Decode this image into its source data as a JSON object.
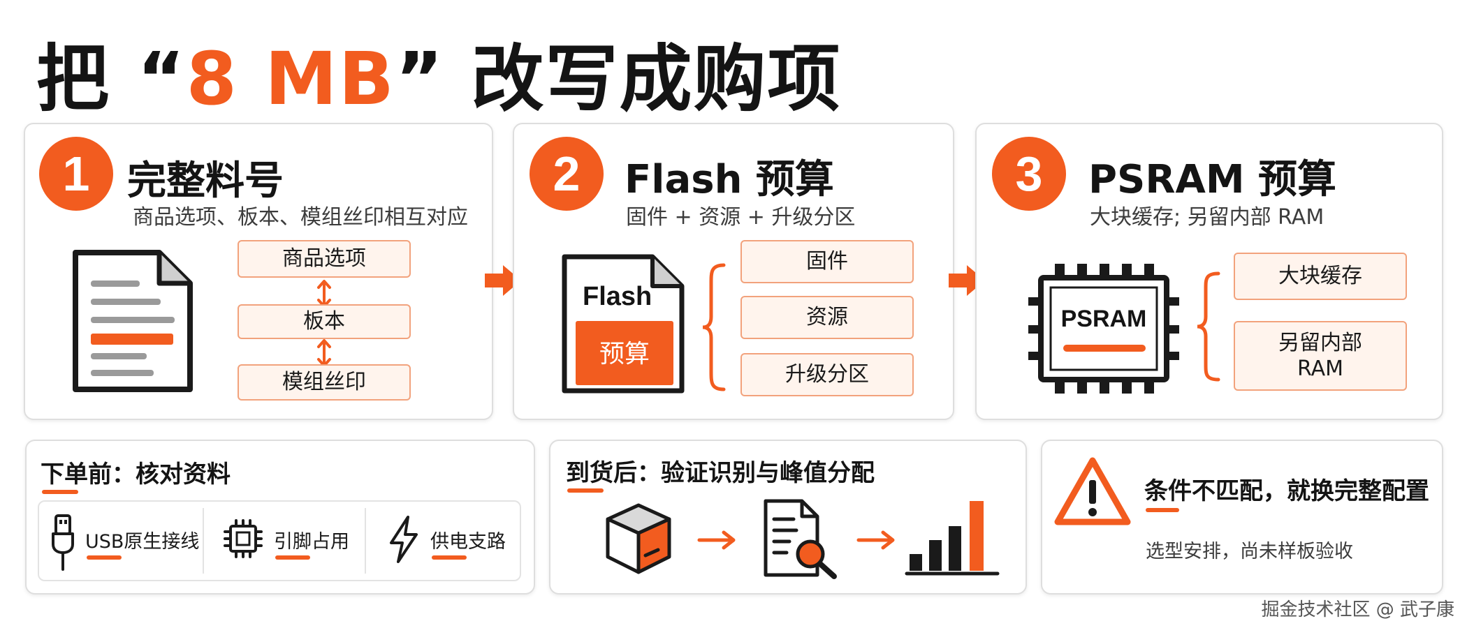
{
  "title": {
    "prefix": "把 “",
    "accent": "8 MB",
    "suffix": "” 改写成购项"
  },
  "colors": {
    "accent": "#f25c1f",
    "box_fill": "#fff4ed",
    "box_border": "#f2a27c",
    "text": "#141414",
    "card_border": "#dedede"
  },
  "step1": {
    "number": "1",
    "title": "完整料号",
    "subtitle": "商品选项、板本、模组丝印相互对应",
    "icon": "document-icon",
    "items": [
      "商品选项",
      "板本",
      "模组丝印"
    ]
  },
  "step2": {
    "number": "2",
    "title": "Flash 预算",
    "subtitle": "固件 + 资源 + 升级分区",
    "icon_label": "Flash",
    "icon_badge": "预算",
    "items": [
      "固件",
      "资源",
      "升级分区"
    ]
  },
  "step3": {
    "number": "3",
    "title": "PSRAM 预算",
    "subtitle": "大块缓存; 另留内部 RAM",
    "chip_label": "PSRAM",
    "items": [
      "大块缓存",
      "另留内部\nRAM"
    ]
  },
  "pre_order": {
    "title": "下单前：核对资料",
    "items": [
      {
        "icon": "usb-cable-icon",
        "label": "USB原生接线"
      },
      {
        "icon": "chip-icon",
        "label": "引脚占用"
      },
      {
        "icon": "lightning-icon",
        "label": "供电支路"
      }
    ]
  },
  "post_arrival": {
    "title": "到货后：验证识别与峰值分配",
    "icons": [
      "package-icon",
      "document-search-icon",
      "bar-chart-icon"
    ]
  },
  "warning": {
    "icon": "warning-icon",
    "title": "条件不匹配，就换完整配置",
    "note": "选型安排，尚未样板验收"
  },
  "watermark": "掘金技术社区 @ 武子康"
}
